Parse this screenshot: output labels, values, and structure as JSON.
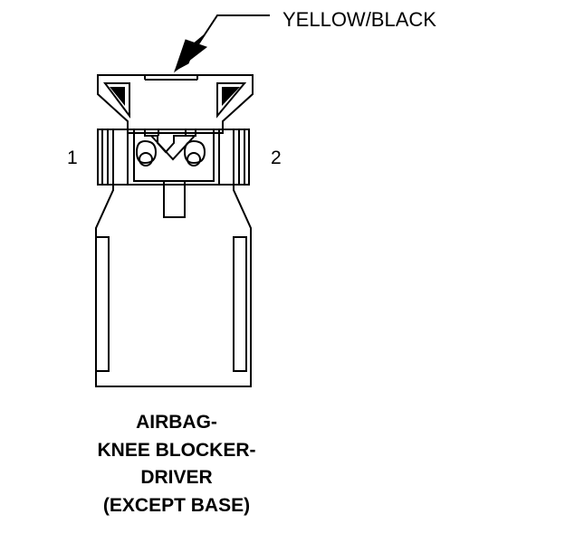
{
  "diagram": {
    "wire_color_label": "YELLOW/BLACK",
    "pin_left": "1",
    "pin_right": "2",
    "caption": {
      "line1": "AIRBAG-",
      "line2": "KNEE BLOCKER-",
      "line3": "DRIVER",
      "line4": "(EXCEPT BASE)"
    },
    "colors": {
      "stroke": "#000000",
      "background": "#ffffff"
    }
  }
}
